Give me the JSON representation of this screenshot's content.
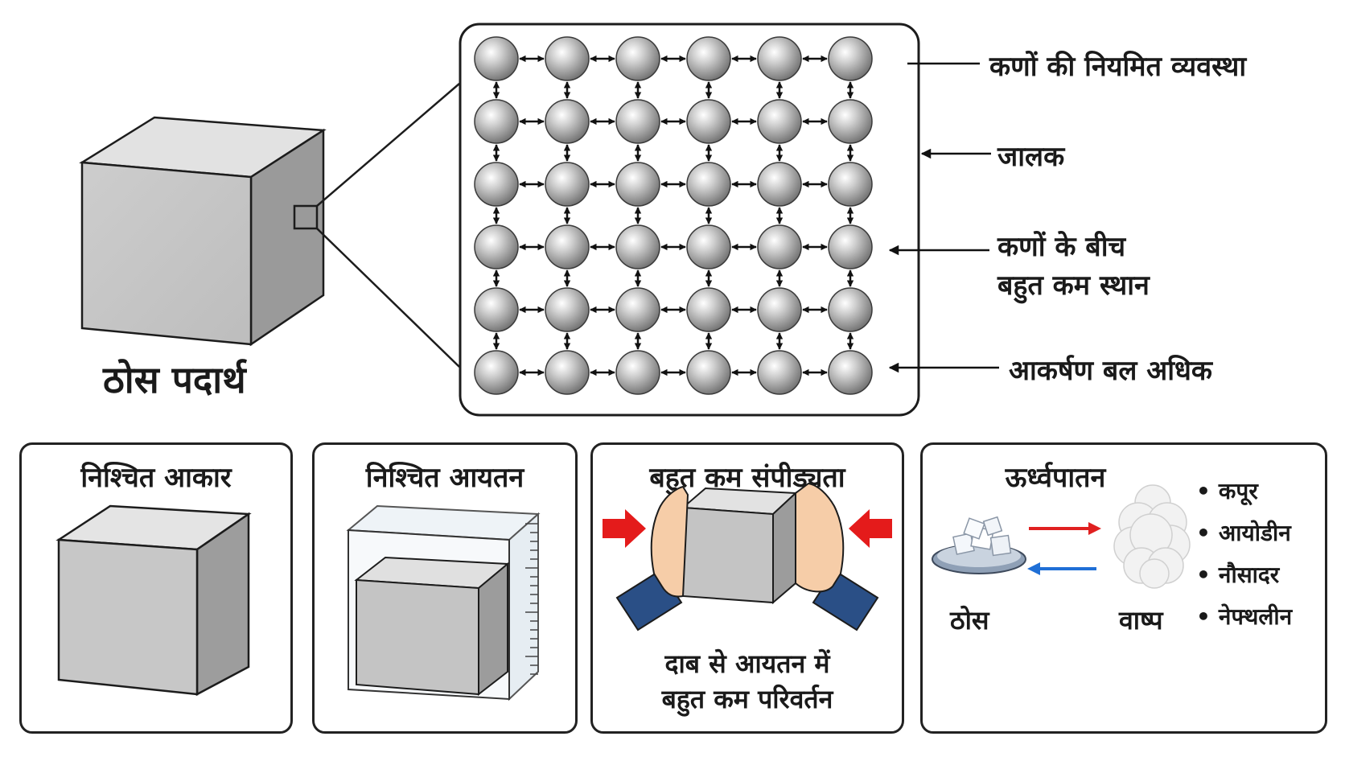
{
  "main": {
    "cube_label": "ठोस पदार्थ",
    "callouts": {
      "regular_arrangement": "कणों की नियमित व्यवस्था",
      "lattice": "जालक",
      "space_line1": "कणों के बीच",
      "space_line2": "बहुत कम स्थान",
      "attraction": "आकर्षण बल अधिक"
    }
  },
  "panels": {
    "definite_shape": {
      "title": "निश्चित आकार"
    },
    "definite_volume": {
      "title": "निश्चित आयतन"
    },
    "compressibility": {
      "title": "बहुत कम संपीड्यता",
      "caption_line1": "दाब से आयतन में",
      "caption_line2": "बहुत कम परिवर्तन"
    },
    "sublimation": {
      "title": "ऊर्ध्वपातन",
      "solid_label": "ठोस",
      "vapour_label": "वाष्प",
      "examples": [
        "कपूर",
        "आयोडीन",
        "नौसादर",
        "नेफ्थलीन"
      ]
    }
  },
  "colors": {
    "forward_arrow": "#e02020",
    "reverse_arrow": "#1f6fd6",
    "press_arrow": "#e41b1b",
    "sleeve": "#2a4f86",
    "skin": "#f6cda8"
  }
}
